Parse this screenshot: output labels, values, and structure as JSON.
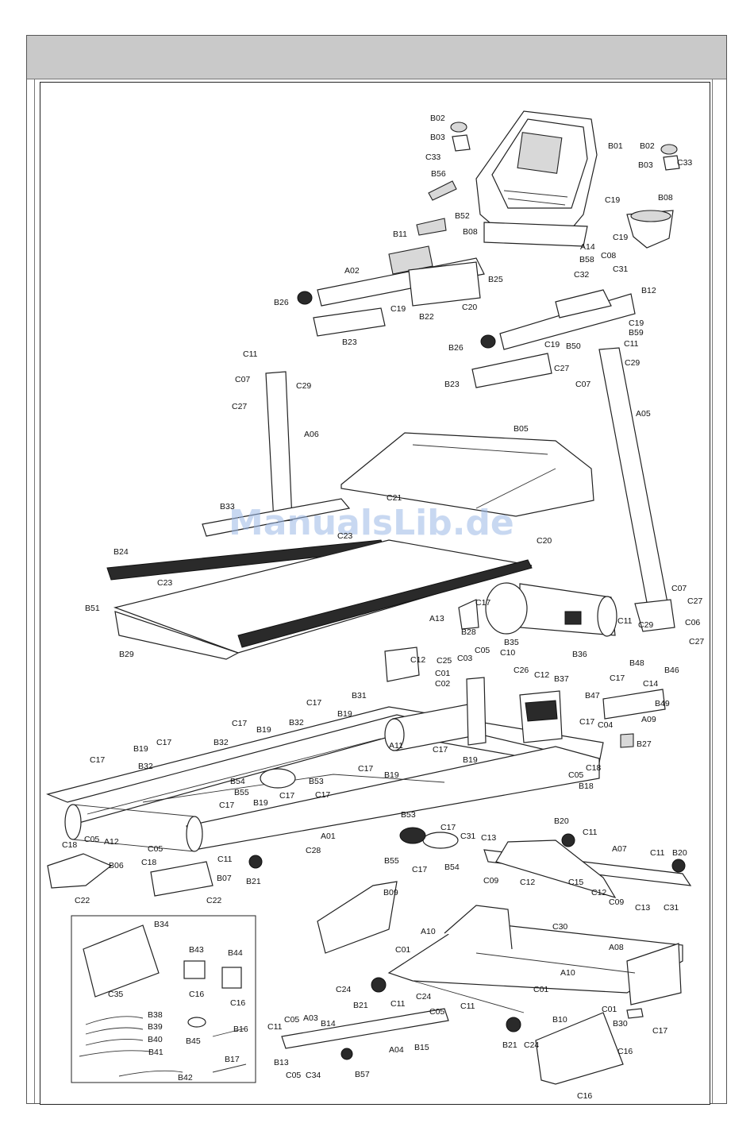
{
  "watermark": "ManualsLib.de",
  "part_labels": {
    "B01": "B01",
    "B02": "B02",
    "B03": "B03",
    "C33": "C33",
    "B56": "B56",
    "B52": "B52",
    "B08": "B08",
    "B11": "B11",
    "A02": "A02",
    "A14": "A14",
    "B58": "B58",
    "C08": "C08",
    "C31": "C31",
    "B25": "B25",
    "C32": "C32",
    "B26": "B26",
    "C19": "C19",
    "C20": "C20",
    "B22": "B22",
    "B23": "B23",
    "B12": "B12",
    "B59": "B59",
    "B50": "B50",
    "C11": "C11",
    "C29": "C29",
    "C27": "C27",
    "C07": "C07",
    "A05": "A05",
    "A06": "A06",
    "B05": "B05",
    "B33": "B33",
    "C21": "C21",
    "C23": "C23",
    "B24": "B24",
    "B51": "B51",
    "B29": "B29",
    "C17": "C17",
    "A13": "A13",
    "B28": "B28",
    "B35": "B35",
    "B36": "B36",
    "C06": "C06",
    "C12": "C12",
    "C25": "C25",
    "C01": "C01",
    "C02": "C02",
    "C03": "C03",
    "C05": "C05",
    "C10": "C10",
    "C26": "C26",
    "B37": "B37",
    "B48": "B48",
    "B46": "B46",
    "C14": "C14",
    "B49": "B49",
    "B47": "B47",
    "A09": "A09",
    "C04": "C04",
    "B27": "B27",
    "B31": "B31",
    "B19": "B19",
    "B32": "B32",
    "A11": "A11",
    "C18": "C18",
    "B18": "B18",
    "B54": "B54",
    "B53": "B53",
    "B55": "B55",
    "A12": "A12",
    "A01": "A01",
    "C28": "C28",
    "B06": "B06",
    "B07": "B07",
    "B21": "B21",
    "C22": "C22",
    "B20": "B20",
    "A07": "A07",
    "C13": "C13",
    "C09": "C09",
    "C15": "C15",
    "B09": "B09",
    "C30": "C30",
    "A10": "A10",
    "A08": "A08",
    "C24": "C24",
    "A03": "A03",
    "B14": "B14",
    "B13": "B13",
    "C34": "C34",
    "B15": "B15",
    "A04": "A04",
    "B57": "B57",
    "B10": "B10",
    "B30": "B30",
    "C16": "C16",
    "B34": "B34",
    "C35": "C35",
    "B43": "B43",
    "B44": "B44",
    "B38": "B38",
    "B39": "B39",
    "B40": "B40",
    "B41": "B41",
    "B42": "B42",
    "B45": "B45",
    "B16": "B16",
    "B17": "B17"
  },
  "callouts": [
    {
      "id": "B02",
      "t": "B02"
    },
    {
      "id": "B03",
      "t": "B03"
    },
    {
      "id": "C33",
      "t": "C33"
    },
    {
      "id": "B01",
      "t": "B01"
    },
    {
      "id": "B02b",
      "t": "B02"
    },
    {
      "id": "B03b",
      "t": "B03"
    },
    {
      "id": "C33b",
      "t": "C33"
    },
    {
      "id": "B56",
      "t": "B56"
    },
    {
      "id": "C19a",
      "t": "C19"
    },
    {
      "id": "B08a",
      "t": "B08"
    },
    {
      "id": "B52",
      "t": "B52"
    },
    {
      "id": "C19b",
      "t": "C19"
    },
    {
      "id": "B11",
      "t": "B11"
    },
    {
      "id": "B08b",
      "t": "B08"
    },
    {
      "id": "A14",
      "t": "A14"
    },
    {
      "id": "B58",
      "t": "B58"
    },
    {
      "id": "C08",
      "t": "C08"
    },
    {
      "id": "C31a",
      "t": "C31"
    },
    {
      "id": "A02",
      "t": "A02"
    },
    {
      "id": "B25",
      "t": "B25"
    },
    {
      "id": "C32",
      "t": "C32"
    },
    {
      "id": "B12",
      "t": "B12"
    },
    {
      "id": "B26a",
      "t": "B26"
    },
    {
      "id": "C19c",
      "t": "C19"
    },
    {
      "id": "C20a",
      "t": "C20"
    },
    {
      "id": "B22",
      "t": "B22"
    },
    {
      "id": "C19d",
      "t": "C19"
    },
    {
      "id": "B59",
      "t": "B59"
    },
    {
      "id": "B23a",
      "t": "B23"
    },
    {
      "id": "C19e",
      "t": "C19"
    },
    {
      "id": "B50",
      "t": "B50"
    },
    {
      "id": "C11a",
      "t": "C11"
    },
    {
      "id": "B26b",
      "t": "B26"
    },
    {
      "id": "C29a",
      "t": "C29"
    },
    {
      "id": "C27a",
      "t": "C27"
    },
    {
      "id": "C07a",
      "t": "C07"
    },
    {
      "id": "B23b",
      "t": "B23"
    },
    {
      "id": "C11b",
      "t": "C11"
    },
    {
      "id": "C07b",
      "t": "C07"
    },
    {
      "id": "C29b",
      "t": "C29"
    },
    {
      "id": "C27b",
      "t": "C27"
    },
    {
      "id": "A05",
      "t": "A05"
    },
    {
      "id": "A06",
      "t": "A06"
    },
    {
      "id": "B05",
      "t": "B05"
    },
    {
      "id": "B33",
      "t": "B33"
    },
    {
      "id": "C21",
      "t": "C21"
    },
    {
      "id": "C20b",
      "t": "C20"
    },
    {
      "id": "C23a",
      "t": "C23"
    },
    {
      "id": "B24",
      "t": "B24"
    },
    {
      "id": "C23b",
      "t": "C23"
    },
    {
      "id": "B51",
      "t": "B51"
    },
    {
      "id": "B29",
      "t": "B29"
    },
    {
      "id": "C07c",
      "t": "C07"
    },
    {
      "id": "C27c",
      "t": "C27"
    },
    {
      "id": "C17a",
      "t": "C17"
    },
    {
      "id": "A13",
      "t": "A13"
    },
    {
      "id": "C11c",
      "t": "C11"
    },
    {
      "id": "C29c",
      "t": "C29"
    },
    {
      "id": "C06",
      "t": "C06"
    },
    {
      "id": "B28",
      "t": "B28"
    },
    {
      "id": "C27d",
      "t": "C27"
    },
    {
      "id": "B35",
      "t": "B35"
    },
    {
      "id": "B36",
      "t": "B36"
    },
    {
      "id": "C12a",
      "t": "C12"
    },
    {
      "id": "C25",
      "t": "C25"
    },
    {
      "id": "C05a",
      "t": "C05"
    },
    {
      "id": "C03",
      "t": "C03"
    },
    {
      "id": "C10",
      "t": "C10"
    },
    {
      "id": "C01a",
      "t": "C01"
    },
    {
      "id": "C02",
      "t": "C02"
    },
    {
      "id": "C26",
      "t": "C26"
    },
    {
      "id": "C12b",
      "t": "C12"
    },
    {
      "id": "B37",
      "t": "B37"
    },
    {
      "id": "B48",
      "t": "B48"
    },
    {
      "id": "B46",
      "t": "B46"
    },
    {
      "id": "C17b",
      "t": "C17"
    },
    {
      "id": "C14",
      "t": "C14"
    },
    {
      "id": "B49",
      "t": "B49"
    },
    {
      "id": "B47",
      "t": "B47"
    },
    {
      "id": "A09",
      "t": "A09"
    },
    {
      "id": "C17c",
      "t": "C17"
    },
    {
      "id": "C04",
      "t": "C04"
    },
    {
      "id": "B27",
      "t": "B27"
    },
    {
      "id": "C17d",
      "t": "C17"
    },
    {
      "id": "B31",
      "t": "B31"
    },
    {
      "id": "B19a",
      "t": "B19"
    },
    {
      "id": "C17e",
      "t": "C17"
    },
    {
      "id": "B19b",
      "t": "B19"
    },
    {
      "id": "B32a",
      "t": "B32"
    },
    {
      "id": "C17f",
      "t": "C17"
    },
    {
      "id": "B32b",
      "t": "B32"
    },
    {
      "id": "B19c",
      "t": "B19"
    },
    {
      "id": "A11",
      "t": "A11"
    },
    {
      "id": "C17g",
      "t": "C17"
    },
    {
      "id": "B19d",
      "t": "B19"
    },
    {
      "id": "C17h",
      "t": "C17"
    },
    {
      "id": "B32c",
      "t": "B32"
    },
    {
      "id": "C18a",
      "t": "C18"
    },
    {
      "id": "C05b",
      "t": "C05"
    },
    {
      "id": "B18",
      "t": "B18"
    },
    {
      "id": "B54a",
      "t": "B54"
    },
    {
      "id": "B53a",
      "t": "B53"
    },
    {
      "id": "C17i",
      "t": "C17"
    },
    {
      "id": "B19e",
      "t": "B19"
    },
    {
      "id": "B55a",
      "t": "B55"
    },
    {
      "id": "C17j",
      "t": "C17"
    },
    {
      "id": "C17k",
      "t": "C17"
    },
    {
      "id": "C17l",
      "t": "C17"
    },
    {
      "id": "B19f",
      "t": "B19"
    },
    {
      "id": "C18b",
      "t": "C18"
    },
    {
      "id": "C05c",
      "t": "C05"
    },
    {
      "id": "A12",
      "t": "A12"
    },
    {
      "id": "A01",
      "t": "A01"
    },
    {
      "id": "B53b",
      "t": "B53"
    },
    {
      "id": "C17m",
      "t": "C17"
    },
    {
      "id": "B20a",
      "t": "B20"
    },
    {
      "id": "C11d",
      "t": "C11"
    },
    {
      "id": "C05d",
      "t": "C05"
    },
    {
      "id": "C18c",
      "t": "C18"
    },
    {
      "id": "C28",
      "t": "C28"
    },
    {
      "id": "C31b",
      "t": "C31"
    },
    {
      "id": "C13a",
      "t": "C13"
    },
    {
      "id": "A07",
      "t": "A07"
    },
    {
      "id": "C11e",
      "t": "C11"
    },
    {
      "id": "B20b",
      "t": "B20"
    },
    {
      "id": "B55b",
      "t": "B55"
    },
    {
      "id": "C17n",
      "t": "C17"
    },
    {
      "id": "B54b",
      "t": "B54"
    },
    {
      "id": "C09a",
      "t": "C09"
    },
    {
      "id": "C12c",
      "t": "C12"
    },
    {
      "id": "C15",
      "t": "C15"
    },
    {
      "id": "C12d",
      "t": "C12"
    },
    {
      "id": "C09b",
      "t": "C09"
    },
    {
      "id": "C13b",
      "t": "C13"
    },
    {
      "id": "C31c",
      "t": "C31"
    },
    {
      "id": "B06",
      "t": "B06"
    },
    {
      "id": "C11f",
      "t": "C11"
    },
    {
      "id": "B21a",
      "t": "B21"
    },
    {
      "id": "B07",
      "t": "B07"
    },
    {
      "id": "C22a",
      "t": "C22"
    },
    {
      "id": "C22b",
      "t": "C22"
    },
    {
      "id": "B09",
      "t": "B09"
    },
    {
      "id": "B34",
      "t": "B34"
    },
    {
      "id": "C30",
      "t": "C30"
    },
    {
      "id": "A10a",
      "t": "A10"
    },
    {
      "id": "C01b",
      "t": "C01"
    },
    {
      "id": "A08",
      "t": "A08"
    },
    {
      "id": "B43",
      "t": "B43"
    },
    {
      "id": "B44",
      "t": "B44"
    },
    {
      "id": "C16a",
      "t": "C16"
    },
    {
      "id": "C16b",
      "t": "C16"
    },
    {
      "id": "C35",
      "t": "C35"
    },
    {
      "id": "A10b",
      "t": "A10"
    },
    {
      "id": "C24a",
      "t": "C24"
    },
    {
      "id": "C01c",
      "t": "C01"
    },
    {
      "id": "B21b",
      "t": "B21"
    },
    {
      "id": "C11g",
      "t": "C11"
    },
    {
      "id": "C24b",
      "t": "C24"
    },
    {
      "id": "C05e",
      "t": "C05"
    },
    {
      "id": "C01d",
      "t": "C01"
    },
    {
      "id": "C11h",
      "t": "C11"
    },
    {
      "id": "B10",
      "t": "B10"
    },
    {
      "id": "B30",
      "t": "B30"
    },
    {
      "id": "C17o",
      "t": "C17"
    },
    {
      "id": "B38",
      "t": "B38"
    },
    {
      "id": "B39",
      "t": "B39"
    },
    {
      "id": "B40",
      "t": "B40"
    },
    {
      "id": "B41",
      "t": "B41"
    },
    {
      "id": "B45",
      "t": "B45"
    },
    {
      "id": "B16",
      "t": "B16"
    },
    {
      "id": "B17",
      "t": "B17"
    },
    {
      "id": "B42",
      "t": "B42"
    },
    {
      "id": "C11i",
      "t": "C11"
    },
    {
      "id": "C05f",
      "t": "C05"
    },
    {
      "id": "A03",
      "t": "A03"
    },
    {
      "id": "B14",
      "t": "B14"
    },
    {
      "id": "B13",
      "t": "B13"
    },
    {
      "id": "C05g",
      "t": "C05"
    },
    {
      "id": "C34",
      "t": "C34"
    },
    {
      "id": "A04",
      "t": "A04"
    },
    {
      "id": "B15",
      "t": "B15"
    },
    {
      "id": "B57",
      "t": "B57"
    },
    {
      "id": "B21c",
      "t": "B21"
    },
    {
      "id": "C24c",
      "t": "C24"
    },
    {
      "id": "C16c",
      "t": "C16"
    },
    {
      "id": "C16d",
      "t": "C16"
    }
  ]
}
